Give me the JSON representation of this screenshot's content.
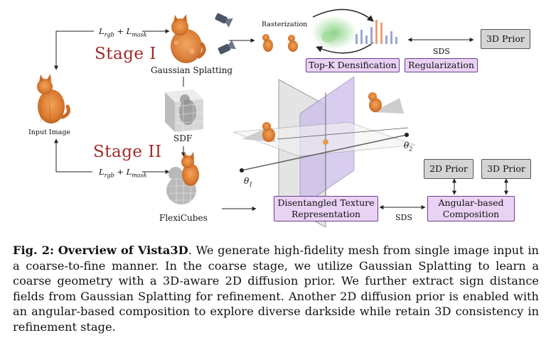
{
  "figure": {
    "loss_top": "L_rgb + L_mask",
    "loss_bottom": "L_rgb + L_mask",
    "stage1": "Stage I",
    "stage2": "Stage II",
    "input_image": "Input Image",
    "gaussian_splatting": "Gaussian Splatting",
    "sdf": "SDF",
    "flexicubes": "FlexiCubes",
    "rasterization": "Rasterization",
    "sds_top": "SDS",
    "sds_bottom": "SDS",
    "prior_3d_top": "3D Prior",
    "prior_2d": "2D Prior",
    "prior_3d_bottom": "3D Prior",
    "top_k": "Top-K Densification",
    "regularization": "Regularization",
    "texture_line1": "Disentangled Texture",
    "texture_line2": "Representation",
    "angular_line1": "Angular-based",
    "angular_line2": "Composition",
    "theta1": "θ1",
    "theta2": "θ2"
  },
  "caption": {
    "label": "Fig. 2:",
    "title": "Overview of Vista3D",
    "body": ". We generate high-fidelity mesh from single image input in a coarse-to-fine manner. In the coarse stage, we utilize Gaussian Splatting to learn a coarse geometry with a 3D-aware 2D diffusion prior. We further extract sign distance fields from Gaussian Splatting for refinement. Another 2D diffusion prior is enabled with an angular-based composition to explore diverse darkside while retain 3D consistency in refinement stage."
  },
  "colors": {
    "stage": "#a32a2a",
    "purple_box": "#ead2f5",
    "gray_box": "#d4d4d4",
    "plane_purple": "#c9b8e8",
    "cat_orange": "#d9792f"
  }
}
